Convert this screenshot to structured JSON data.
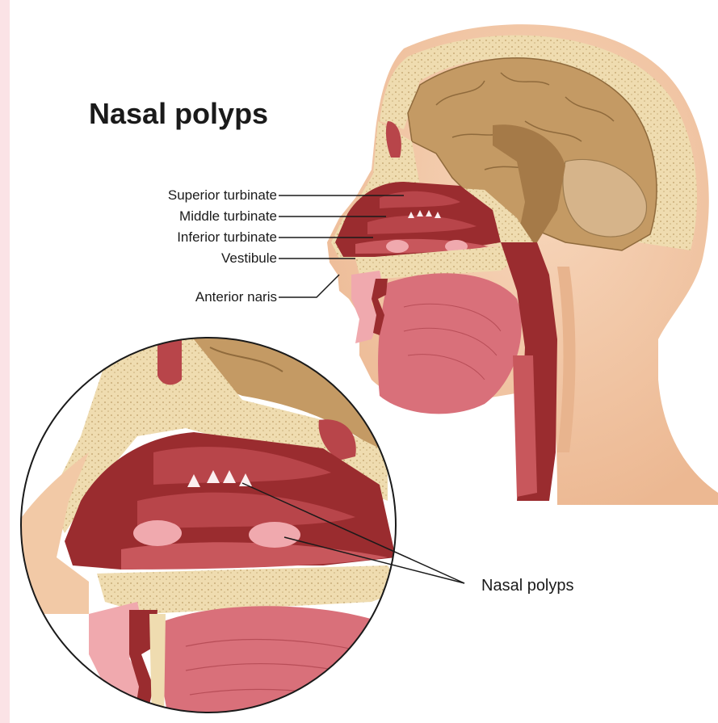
{
  "title": "Nasal polyps",
  "labels": {
    "superior_turbinate": "Superior turbinate",
    "middle_turbinate": "Middle turbinate",
    "inferior_turbinate": "Inferior turbinate",
    "vestibule": "Vestibule",
    "anterior_naris": "Anterior naris",
    "nasal_polyps": "Nasal polyps"
  },
  "colors": {
    "skin": "#f2c9a6",
    "skin_shadow": "#e8b48e",
    "bone": "#efdcb0",
    "bone_dots": "#c9ad78",
    "brain": "#c49a64",
    "mucosa_dark": "#9a2c2f",
    "mucosa": "#b8454a",
    "tongue": "#d9707a",
    "pink": "#f0a9ae",
    "polyp": "#fbeff0",
    "accent_strip": "#fbe3e6"
  }
}
